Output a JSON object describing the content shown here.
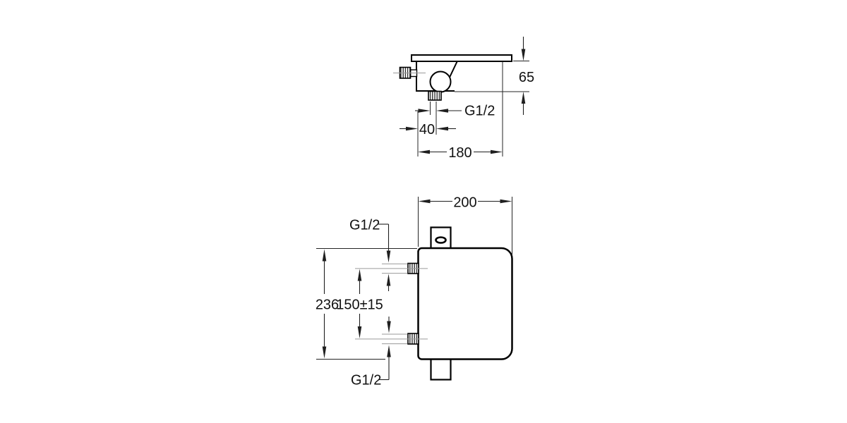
{
  "drawing_type": "technical-dimension-drawing",
  "colors": {
    "background": "#ffffff",
    "outline": "#000000",
    "dimension_lines": "#1f1f1f",
    "centerlines": "#9a9a9a",
    "text": "#111111"
  },
  "side_view": {
    "name": "spout-side-profile",
    "dimensions": {
      "height": "65",
      "outlet_thread": "G1/2",
      "outlet_offset": "40",
      "depth": "180"
    }
  },
  "front_view": {
    "name": "mixer-body-front",
    "dimensions": {
      "width": "200",
      "top_inlet_thread": "G1/2",
      "body_height": "236",
      "inlet_spacing": "150±15",
      "bottom_inlet_thread": "G1/2"
    }
  }
}
